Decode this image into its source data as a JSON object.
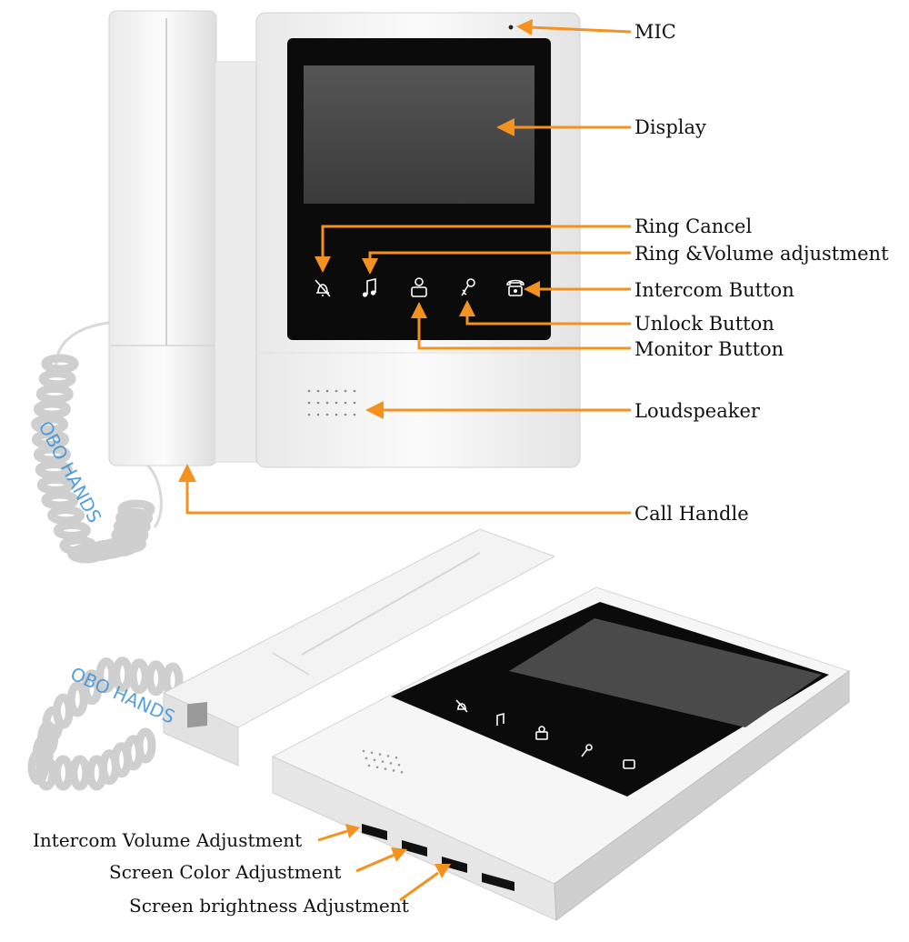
{
  "colors": {
    "accent_arrow": "#f3921f",
    "device_body": "#f4f4f4",
    "screen_bezel": "#0b0b0b",
    "display_area": "#4a4a4a",
    "watermark": "#3a8fd8"
  },
  "watermark": "OBO HANDS",
  "front_view": {
    "labels": {
      "mic": "MIC",
      "display": "Display",
      "ring_cancel": "Ring Cancel",
      "ring_volume": "Ring &Volume adjustment",
      "intercom": "Intercom Button",
      "unlock": "Unlock Button",
      "monitor": "Monitor Button",
      "loudspeaker": "Loudspeaker",
      "call_handle": "Call Handle"
    },
    "buttons": [
      {
        "name": "ring-cancel",
        "icon": "bell-off-icon"
      },
      {
        "name": "ring-volume",
        "icon": "music-note-icon"
      },
      {
        "name": "monitor",
        "icon": "person-icon"
      },
      {
        "name": "unlock",
        "icon": "key-icon"
      },
      {
        "name": "intercom",
        "icon": "phone-icon"
      }
    ]
  },
  "side_view": {
    "labels": {
      "intercom_volume": "Intercom Volume Adjustment",
      "screen_color": "Screen Color Adjustment",
      "screen_brightness": "Screen brightness Adjustment"
    }
  }
}
